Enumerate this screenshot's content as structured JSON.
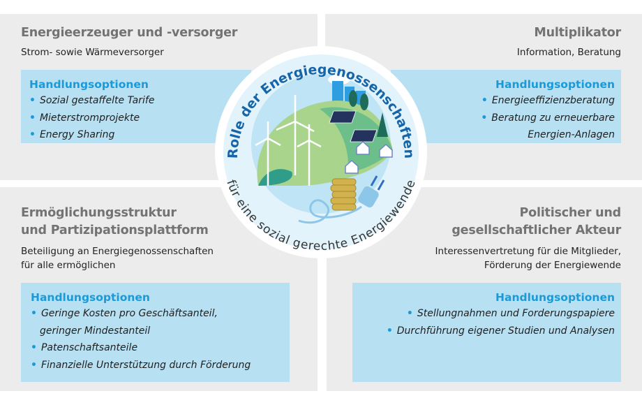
{
  "center": {
    "title": "Rolle der Energiegenossenschaften",
    "subtitle": "für eine sozial gerechte Energiewende"
  },
  "quadrants": [
    {
      "title_lines": [
        "Energieerzeuger und -versorger"
      ],
      "description_lines": [
        "Strom- sowie Wärmeversorger"
      ],
      "options_heading": "Handlungsoptionen",
      "options": [
        "Sozial gestaffelte Tarife",
        "Mieterstromprojekte",
        "Energy Sharing"
      ]
    },
    {
      "title_lines": [
        "Multiplikator"
      ],
      "description_lines": [
        "Information, Beratung"
      ],
      "options_heading": "Handlungsoptionen",
      "options": [
        "Energieeffizienzberatung",
        "Beratung zu erneuerbare",
        "Energien-Anlagen"
      ]
    },
    {
      "title_lines": [
        "Ermöglichungsstruktur",
        "und Partizipationsplattform"
      ],
      "description_lines": [
        "Beteiligung an Energiegenossenschaften",
        "für alle ermöglichen"
      ],
      "options_heading": "Handlungsoptionen",
      "options": [
        "Geringe Kosten pro Geschäftsanteil,",
        "geringer Mindestanteil",
        "Patenschaftsanteile",
        "Finanzielle Unterstützung durch Förderung"
      ]
    },
    {
      "title_lines": [
        "Politischer und",
        "gesellschaftlicher Akteur"
      ],
      "description_lines": [
        "Interessenvertretung für die Mitglieder,",
        "Förderung der Energiewende"
      ],
      "options_heading": "Handlungsoptionen",
      "options": [
        "Stellungnahmen und Forderungspapiere",
        "Durchführung eigener Studien und Analysen"
      ]
    }
  ],
  "colors": {
    "panel": "#ececec",
    "box": "#b8e0f3",
    "accent": "#1a9ad8",
    "title_gray": "#737373",
    "circle_text": "#1565a8"
  }
}
